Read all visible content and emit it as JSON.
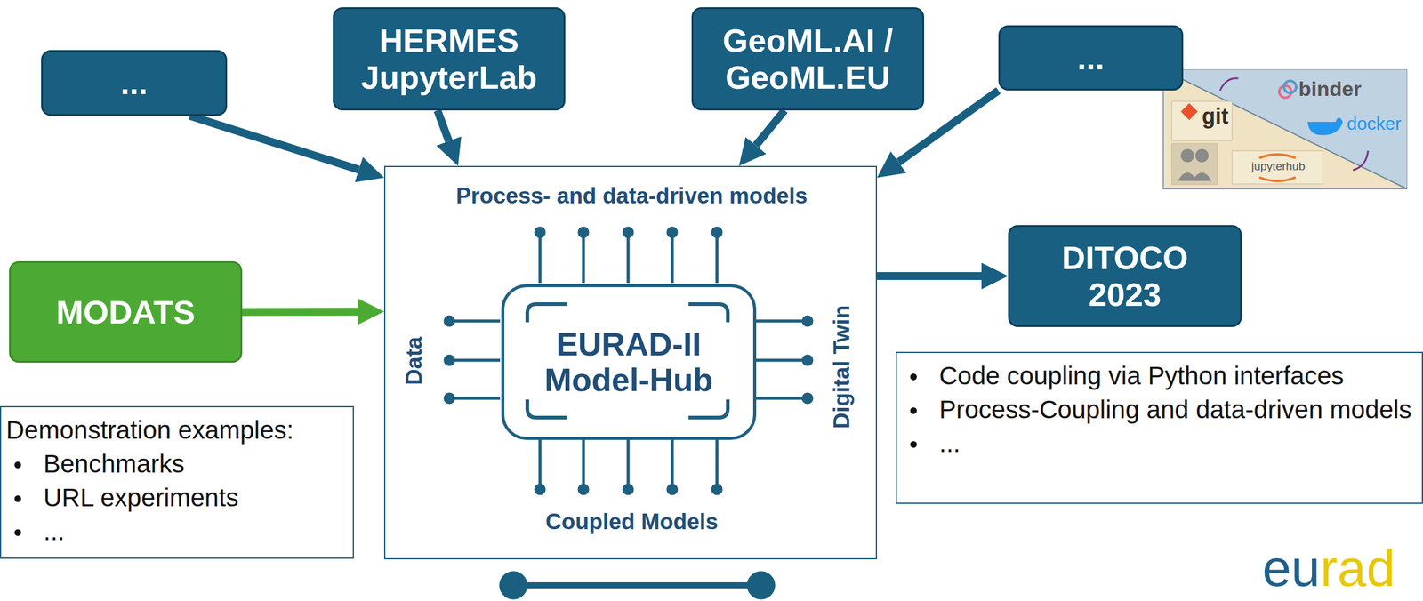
{
  "diagram": {
    "nodes": [
      {
        "text": [
          "..."
        ]
      },
      {
        "text": [
          "HERMES JupyterLab"
        ]
      },
      {
        "text": [
          "GeoML.AI / GeoML.EU"
        ]
      },
      {
        "text": [
          "..."
        ]
      },
      {
        "text": [
          "MODATS"
        ]
      },
      {
        "text": [
          "Process- and data-driven models",
          "Data",
          "Digital Twin",
          "Coupled Models"
        ]
      },
      {
        "text": [
          "EURAD-II Model-Hub"
        ],
        "in": 5
      },
      {
        "text": [
          "DITOCO 2023"
        ]
      },
      {
        "text": [
          "Demonstration examples:",
          "Benchmarks",
          "URL experiments",
          "..."
        ]
      },
      {
        "text": [
          "Code coupling via Python interfaces",
          "Process-Coupling and data-driven models",
          "..."
        ]
      }
    ],
    "edges": [
      {
        "from": 0,
        "to": 5,
        "arrow": "to"
      },
      {
        "from": 1,
        "to": 5,
        "arrow": "to"
      },
      {
        "from": 2,
        "to": 5,
        "arrow": "to"
      },
      {
        "from": 3,
        "to": 5,
        "arrow": "to"
      },
      {
        "from": 4,
        "to": 5,
        "arrow": "to"
      },
      {
        "from": 5,
        "to": 7,
        "arrow": "to"
      }
    ],
    "labels": [
      "git",
      "binder",
      "docker",
      "jupyterhub",
      "eurad"
    ]
  }
}
